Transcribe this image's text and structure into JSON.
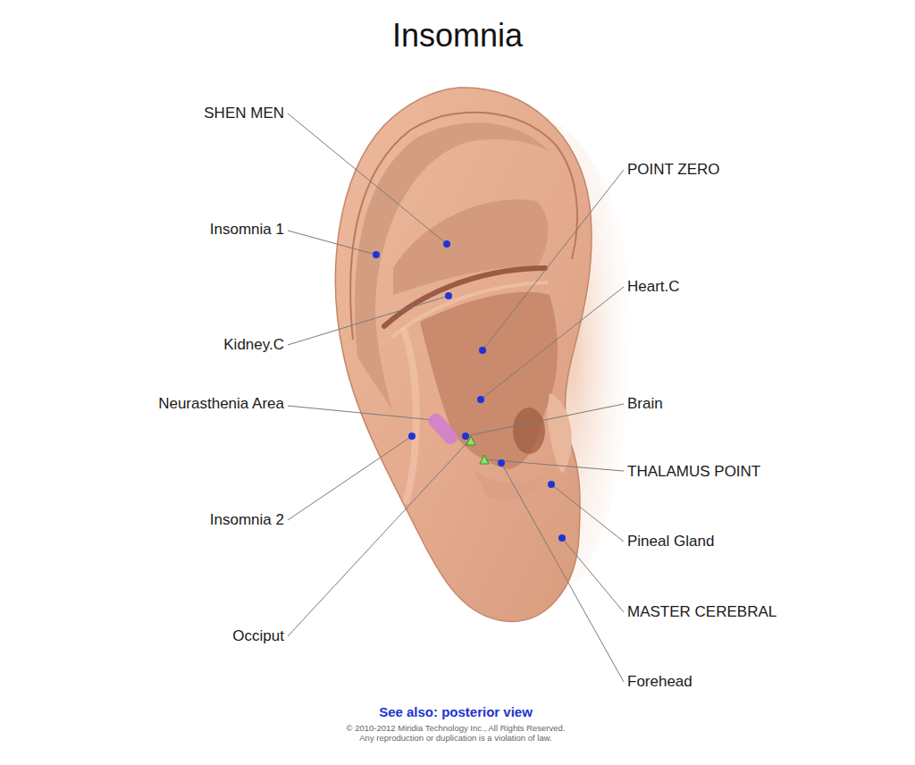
{
  "diagram": {
    "title": "Insomnia",
    "labels": [
      "SHEN MEN",
      "Insomnia 1",
      "Kidney.C",
      "Neurasthenia Area",
      "Insomnia 2",
      "Occiput",
      "POINT ZERO",
      "Heart.C",
      "Brain",
      "THALAMUS POINT",
      "Pineal Gland",
      "MASTER CEREBRAL",
      "Forehead",
      "See also: posterior view",
      "© 2010-2012 Miridia Technology Inc., All Rights Reserved.",
      "Any reproduction or duplication is a violation of law."
    ]
  }
}
